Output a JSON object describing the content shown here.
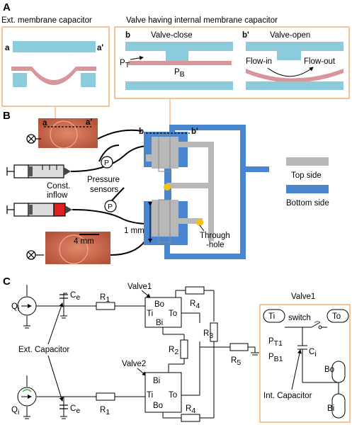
{
  "colors": {
    "top_side": "#b8b8b8",
    "bottom_side": "#4a86cf",
    "membrane": "#d7969a",
    "electrode": "#8ccbdb",
    "box_border": "#f3b079",
    "through_hole": "#f2c40f",
    "inflow_red": "#e02020",
    "photo": "#c4613f"
  },
  "panel_a": {
    "letter": "A",
    "ext_title": "Ext. membrane capacitor",
    "ext_left_label": "a",
    "ext_right_label": "a'",
    "valve_title": "Valve having internal membrane capacitor",
    "close_tag": "b",
    "close_title": "Valve-close",
    "pt_label": "P",
    "pt_sub": "T",
    "pb_label": "P",
    "pb_sub": "B",
    "open_tag": "b'",
    "open_title": "Valve-open",
    "flow_in": "Flow-in",
    "flow_out": "Flow-out"
  },
  "panel_b": {
    "letter": "B",
    "cut_a": "a",
    "cut_a2": "a'",
    "cut_b": "b",
    "cut_b2": "b'",
    "sensor_p1": "P",
    "sensor_p2": "P",
    "pressure_1": "Pressure",
    "pressure_2": "sensors",
    "const_1": "Const.",
    "const_2": "inflow",
    "scale_photo": "4 mm",
    "scale_chip": "1 mm",
    "through_1": "Through",
    "through_2": "-hole",
    "legend_top": "Top side",
    "legend_bottom": "Bottom side"
  },
  "panel_c": {
    "letter": "C",
    "qi_top": "Q",
    "qi_top_sub": "i",
    "qi_bot": "Q",
    "qi_bot_sub": "i",
    "ce_top": "C",
    "ce_top_sub": "e",
    "ce_bot": "C",
    "ce_bot_sub": "e",
    "r1_top": "R",
    "r1_top_sub": "1",
    "r1_bot": "R",
    "r1_bot_sub": "1",
    "r2": "R",
    "r2_sub": "2",
    "r3": "R",
    "r3_sub": "3",
    "r4_top": "R",
    "r4_top_sub": "4",
    "r4_bot": "R",
    "r4_bot_sub": "4",
    "r5": "R",
    "r5_sub": "5",
    "valve1": "Valve1",
    "valve2": "Valve2",
    "v1_bo": "Bo",
    "v1_ti": "Ti",
    "v1_to": "To",
    "v1_bi": "Bi",
    "v2_bi": "Bi",
    "v2_ti": "Ti",
    "v2_to": "To",
    "v2_bo": "Bo",
    "ext_cap": "Ext. Capacitor",
    "inset_title": "Valve1",
    "inset_ti": "Ti",
    "inset_switch": "switch",
    "inset_to": "To",
    "inset_pt1": "P",
    "inset_pt1_sub": "T1",
    "inset_pb1": "P",
    "inset_pb1_sub": "B1",
    "inset_ci": "C",
    "inset_ci_sub": "i",
    "inset_bo": "Bo",
    "inset_bi": "Bi",
    "int_cap": "Int. Capacitor"
  }
}
